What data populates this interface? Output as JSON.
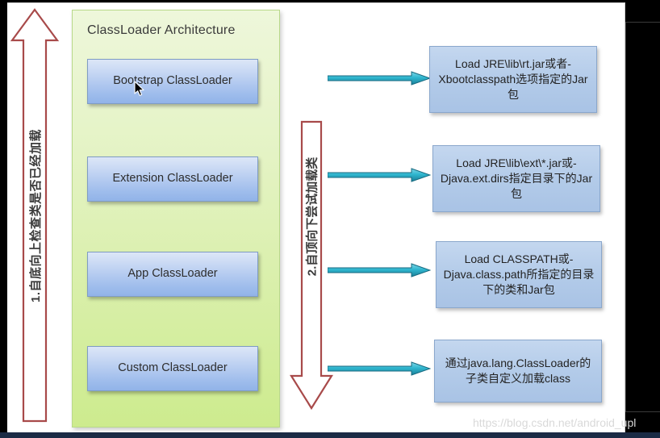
{
  "diagram": {
    "panel_title": "ClassLoader Architecture",
    "loaders": [
      {
        "label": "Bootstrap ClassLoader"
      },
      {
        "label": "Extension ClassLoader"
      },
      {
        "label": "App ClassLoader"
      },
      {
        "label": "Custom ClassLoader"
      }
    ],
    "callouts": [
      {
        "text": "Load JRE\\lib\\rt.jar或者-Xbootclasspath选项指定的Jar包"
      },
      {
        "text": "Load JRE\\lib\\ext\\*.jar或-Djava.ext.dirs指定目录下的Jar包"
      },
      {
        "text": "Load CLASSPATH或-Djava.class.path所指定的目录下的类和Jar包"
      },
      {
        "text": "通过java.lang.ClassLoader的子类自定义加载class"
      }
    ],
    "left_arrow_label": "1.自底向上检查类是否已经加载",
    "mid_arrow_label": "2.自顶向下尝试加载类",
    "watermark": "https://blog.csdn.net/android_upl"
  },
  "colors": {
    "panel_green_light": "#eef7db",
    "panel_green_dark": "#cdeb8e",
    "loader_blue_light": "#dce6f7",
    "loader_blue_dark": "#91b3e8",
    "callout_blue": "#b3cbe9",
    "red_arrow_outline": "#a84a4a",
    "teal_arrow": "#2fb6cf",
    "slide_background": "#ffffff",
    "desktop_background": "#000000",
    "bottom_bar": "#1b2b45"
  }
}
